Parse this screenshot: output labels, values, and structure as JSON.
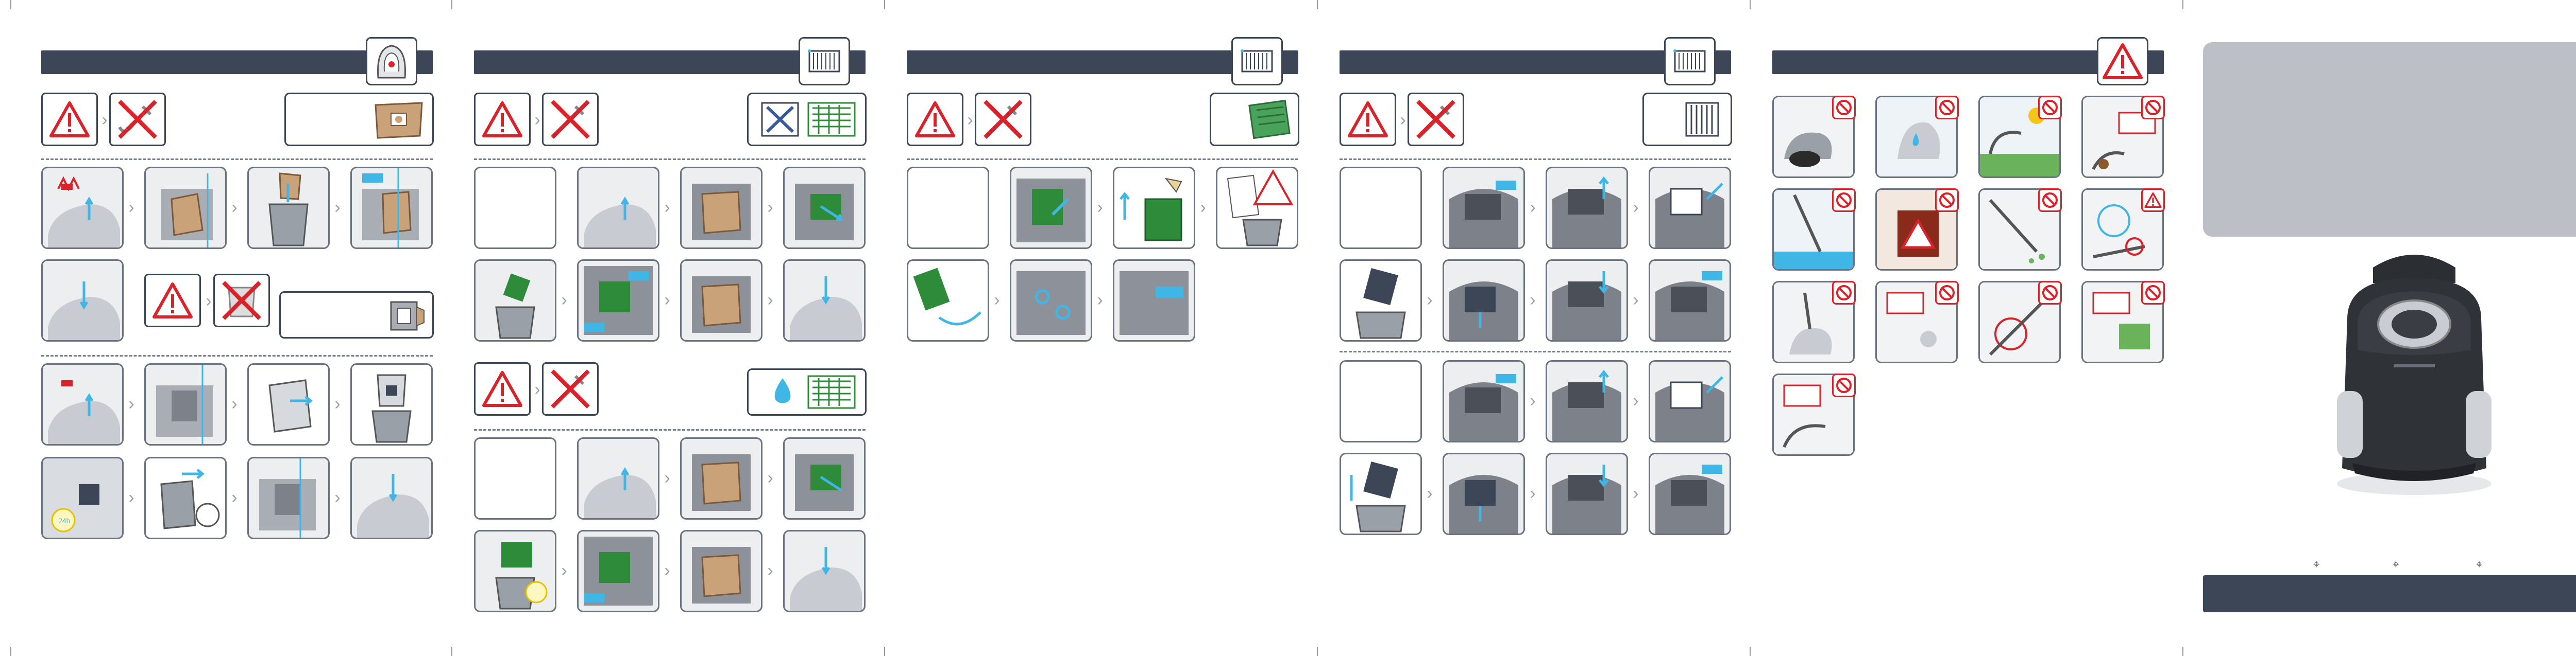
{
  "document": {
    "panels": [
      {
        "id": "bag-replacement",
        "header_icon": "vacuum-front-indicator-icon"
      },
      {
        "id": "motor-filter",
        "header_icon": "filter-cartridge-icon"
      },
      {
        "id": "exhaust-filter-green",
        "header_icon": "filter-cartridge-icon"
      },
      {
        "id": "hepa-filter",
        "header_icon": "filter-cartridge-icon"
      },
      {
        "id": "safety-warnings",
        "header_icon": "warning-triangle-icon"
      },
      {
        "id": "cover",
        "header_icon": ""
      }
    ],
    "colors": {
      "header_bar": "#3d4656",
      "accent_blue": "#3fb6e6",
      "warning_red": "#d92229",
      "filter_green": "#2e8b3a",
      "cover_gray": "#bcbfc6"
    },
    "cover": {
      "product_image": "vacuum-cleaner-bagged-black-icon",
      "footer_icons": [
        "cursor-icon",
        "cursor-icon",
        "cursor-icon"
      ]
    }
  }
}
